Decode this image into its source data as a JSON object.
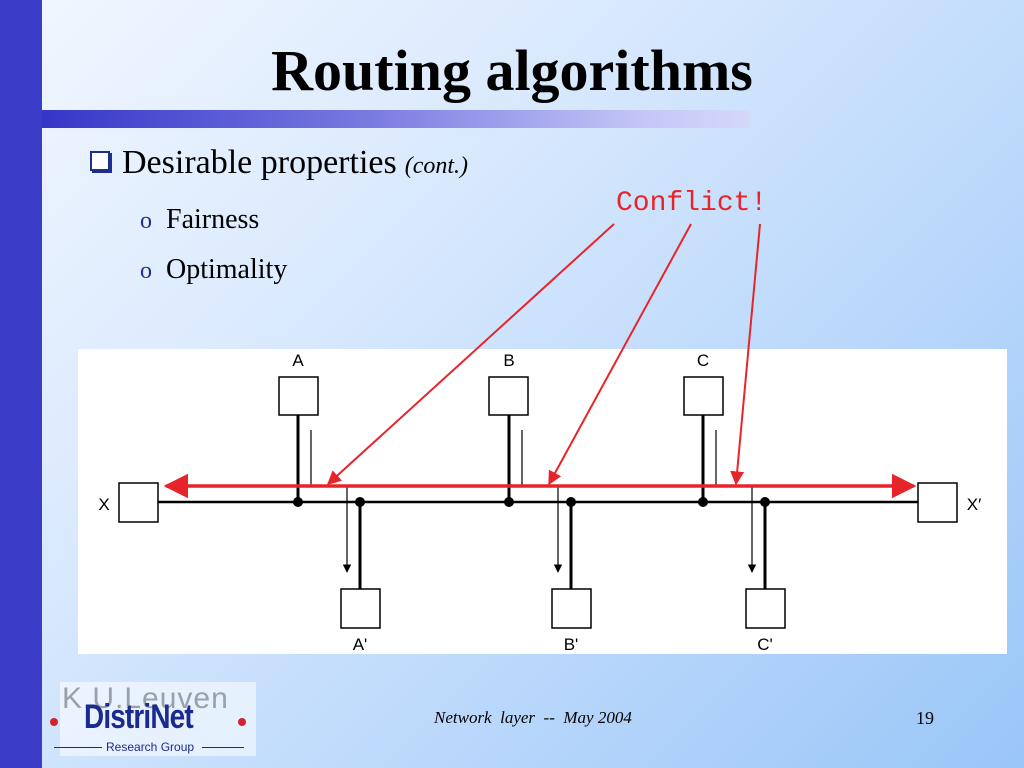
{
  "slide": {
    "title": "Routing algorithms",
    "bullet": "Desirable properties",
    "bullet_note": "(cont.)",
    "subbullets": [
      "Fairness",
      "Optimality"
    ],
    "sub_marker": "o"
  },
  "annotation": {
    "text": "Conflict!",
    "color": "#e8242b"
  },
  "diagram": {
    "labels": {
      "A": "A",
      "B": "B",
      "C": "C",
      "A_prime": "A'",
      "B_prime": "B'",
      "C_prime": "C'",
      "X": "X",
      "X_prime": "X′"
    }
  },
  "footer": {
    "text": "Network  layer  --  May 2004",
    "page": "19",
    "logo": {
      "ku": "K.U.Leuven",
      "name": "DistriNet",
      "sub": "Research Group"
    }
  }
}
